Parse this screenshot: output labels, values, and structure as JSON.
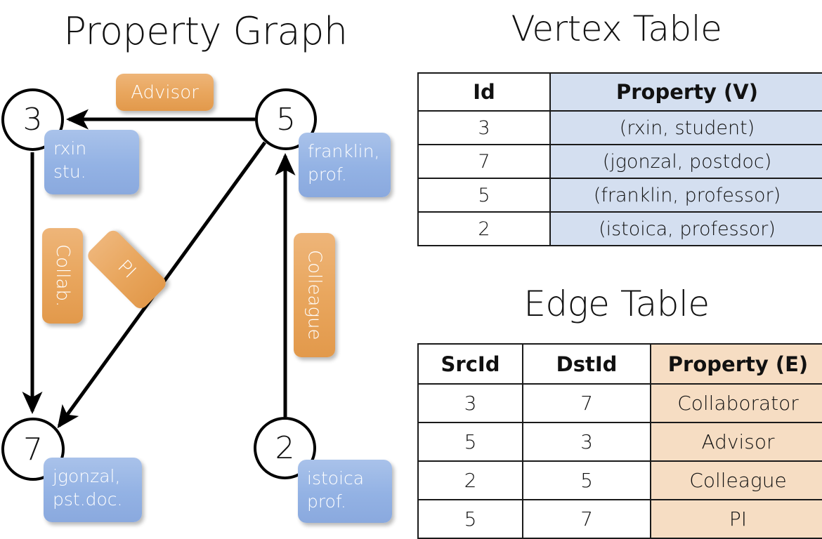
{
  "titles": {
    "property_graph": "Property Graph",
    "vertex_table": "Vertex Table",
    "edge_table": "Edge Table"
  },
  "graph": {
    "nodes": [
      {
        "id": "3",
        "property": "rxin\nstu."
      },
      {
        "id": "5",
        "property": "franklin,\nprof."
      },
      {
        "id": "7",
        "property": "jgonzal,\npst.doc."
      },
      {
        "id": "2",
        "property": "istoica\nprof."
      }
    ],
    "node_labels": {
      "n3": "3",
      "n5": "5",
      "n7": "7",
      "n2": "2"
    },
    "property_boxes": {
      "rxin_line1": "rxin",
      "rxin_line2": "stu.",
      "franklin_line1": "franklin,",
      "franklin_line2": "prof.",
      "jgonzal_line1": "jgonzal,",
      "jgonzal_line2": "pst.doc.",
      "istoica_line1": "istoica",
      "istoica_line2": "prof."
    },
    "edge_labels": {
      "advisor": "Advisor",
      "collab": "Collab.",
      "pi": "PI",
      "colleague": "Colleague"
    }
  },
  "vertex_table": {
    "headers": [
      "Id",
      "Property (V)"
    ],
    "rows": [
      {
        "id": "3",
        "property": "(rxin, student)"
      },
      {
        "id": "7",
        "property": "(jgonzal, postdoc)"
      },
      {
        "id": "5",
        "property": "(franklin, professor)"
      },
      {
        "id": "2",
        "property": "(istoica, professor)"
      }
    ]
  },
  "edge_table": {
    "headers": [
      "SrcId",
      "DstId",
      "Property (E)"
    ],
    "rows": [
      {
        "src": "3",
        "dst": "7",
        "property": "Collaborator"
      },
      {
        "src": "5",
        "dst": "3",
        "property": "Advisor"
      },
      {
        "src": "2",
        "dst": "5",
        "property": "Colleague"
      },
      {
        "src": "5",
        "dst": "7",
        "property": "PI"
      }
    ]
  },
  "colors": {
    "node_stroke": "#000000",
    "vertex_property_fill": "#d4dff0",
    "edge_property_fill": "#f6ddc3",
    "vertex_box_blue": "#93b2e4",
    "edge_label_orange": "#e9a75f",
    "background": "#ffffff"
  }
}
